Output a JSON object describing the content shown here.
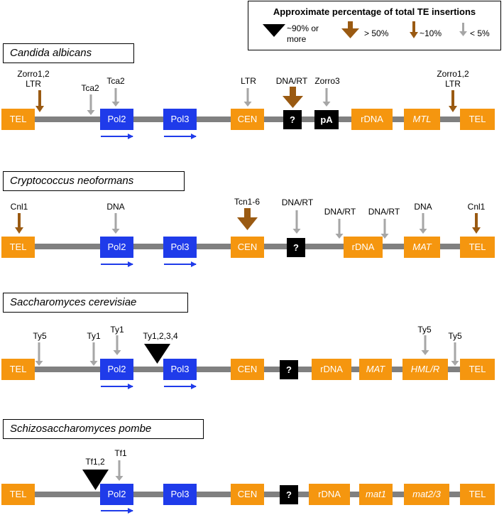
{
  "legend": {
    "title": "Approximate percentage of total TE insertions",
    "items": [
      {
        "label": "~90% or\nmore",
        "size": "xl",
        "color": "#000000"
      },
      {
        "label": "> 50%",
        "size": "l",
        "color": "#9a5a12"
      },
      {
        "label": "~10%",
        "size": "m",
        "color": "#9a5a12"
      },
      {
        "label": "< 5%",
        "size": "s",
        "color": "#a6a6a6"
      }
    ]
  },
  "colors": {
    "telomere_box": "#f5960f",
    "pol_box": "#1f3bea",
    "unknown_box": "#000000",
    "backbone": "#808080",
    "brown_arrow": "#9a5a12",
    "gray_arrow": "#a6a6a6",
    "black_arrow": "#000000",
    "direction_arrow": "#1f3bea"
  },
  "organisms": [
    {
      "name": "Candida albicans",
      "boxes": [
        "TEL",
        "Pol2",
        "Pol3",
        "CEN",
        "?",
        "pA",
        "rDNA",
        "MTL",
        "TEL"
      ],
      "insertions": [
        {
          "label": "Zorro1,2\nLTR",
          "size": "m",
          "color": "brown"
        },
        {
          "label": "Tca2",
          "size": "s",
          "color": "gray"
        },
        {
          "label": "Tca2",
          "size": "s",
          "color": "gray"
        },
        {
          "label": "LTR",
          "size": "s",
          "color": "gray"
        },
        {
          "label": "DNA/RT",
          "size": "l",
          "color": "brown"
        },
        {
          "label": "Zorro3",
          "size": "s",
          "color": "gray"
        },
        {
          "label": "Zorro1,2\nLTR",
          "size": "m",
          "color": "brown"
        }
      ]
    },
    {
      "name": "Cryptococcus neoformans",
      "boxes": [
        "TEL",
        "Pol2",
        "Pol3",
        "CEN",
        "?",
        "rDNA",
        "MAT",
        "TEL"
      ],
      "insertions": [
        {
          "label": "Cnl1",
          "size": "m",
          "color": "brown"
        },
        {
          "label": "DNA",
          "size": "s",
          "color": "gray"
        },
        {
          "label": "Tcn1-6",
          "size": "l",
          "color": "brown"
        },
        {
          "label": "DNA/RT",
          "size": "s",
          "color": "gray"
        },
        {
          "label": "DNA/RT",
          "size": "s",
          "color": "gray"
        },
        {
          "label": "DNA/RT",
          "size": "s",
          "color": "gray"
        },
        {
          "label": "DNA",
          "size": "s",
          "color": "gray"
        },
        {
          "label": "Cnl1",
          "size": "m",
          "color": "brown"
        }
      ]
    },
    {
      "name": "Saccharomyces cerevisiae",
      "boxes": [
        "TEL",
        "Pol2",
        "Pol3",
        "CEN",
        "?",
        "rDNA",
        "MAT",
        "HML/R",
        "TEL"
      ],
      "insertions": [
        {
          "label": "Ty5",
          "size": "s",
          "color": "gray"
        },
        {
          "label": "Ty1",
          "size": "s",
          "color": "gray"
        },
        {
          "label": "Ty1",
          "size": "s",
          "color": "gray"
        },
        {
          "label": "Ty1,2,3,4",
          "size": "xl",
          "color": "black"
        },
        {
          "label": "Ty5",
          "size": "s",
          "color": "gray"
        },
        {
          "label": "Ty5",
          "size": "s",
          "color": "gray"
        }
      ]
    },
    {
      "name": "Schizosaccharomyces pombe",
      "boxes": [
        "TEL",
        "Pol2",
        "Pol3",
        "CEN",
        "?",
        "rDNA",
        "mat1",
        "mat2/3",
        "TEL"
      ],
      "insertions": [
        {
          "label": "Tf1,2",
          "size": "xl",
          "color": "black"
        },
        {
          "label": "Tf1",
          "size": "s",
          "color": "gray"
        }
      ]
    }
  ]
}
